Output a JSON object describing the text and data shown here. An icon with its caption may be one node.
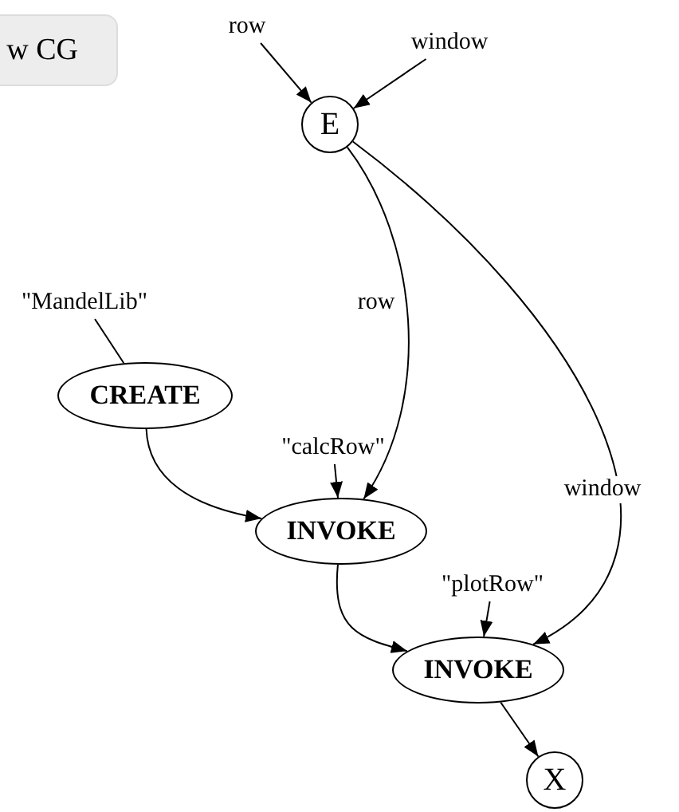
{
  "diagram": {
    "nodes": [
      {
        "text": [
          "row"
        ]
      },
      {
        "text": [
          "window"
        ]
      },
      {
        "text": [
          "E"
        ]
      },
      {
        "text": [
          "\"MandelLib\""
        ]
      },
      {
        "text": [
          "CREATE"
        ]
      },
      {
        "text": [
          "\"calcRow\""
        ]
      },
      {
        "text": [
          "INVOKE"
        ]
      },
      {
        "text": [
          "\"plotRow\""
        ]
      },
      {
        "text": [
          "INVOKE"
        ]
      },
      {
        "text": [
          "X"
        ]
      }
    ],
    "edges": [
      {
        "from": 0,
        "to": 2,
        "arrow": "to"
      },
      {
        "from": 1,
        "to": 2,
        "arrow": "to"
      },
      {
        "from": 2,
        "to": 6,
        "arrow": "to",
        "label": "row"
      },
      {
        "from": 2,
        "to": 8,
        "arrow": "to",
        "label": "window"
      },
      {
        "from": 3,
        "to": 4,
        "arrow": "none"
      },
      {
        "from": 4,
        "to": 6,
        "arrow": "to"
      },
      {
        "from": 5,
        "to": 6,
        "arrow": "to"
      },
      {
        "from": 6,
        "to": 8,
        "arrow": "to"
      },
      {
        "from": 7,
        "to": 8,
        "arrow": "to"
      },
      {
        "from": 8,
        "to": 9,
        "arrow": "to"
      }
    ],
    "labels": [
      "w CG"
    ]
  }
}
